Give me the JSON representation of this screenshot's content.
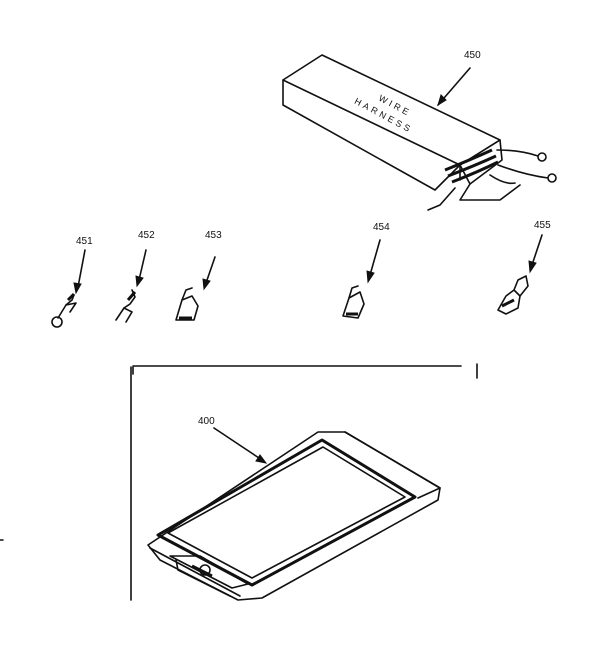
{
  "labels": {
    "harness": "450",
    "terminal_1": "451",
    "terminal_2": "452",
    "terminal_3": "453",
    "terminal_4": "454",
    "terminal_5": "455",
    "tray": "400"
  },
  "box_text": {
    "line1": "WIRE",
    "line2": "HARNESS"
  }
}
